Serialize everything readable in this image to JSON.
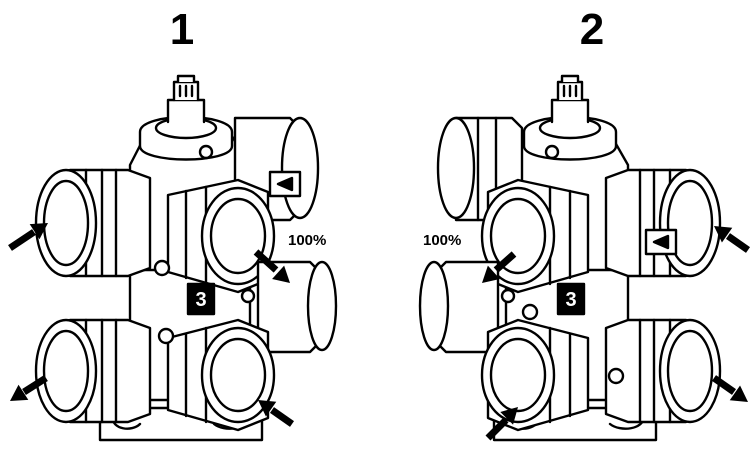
{
  "diagrams": [
    {
      "label": "1",
      "percent": "100%",
      "port_number": "3"
    },
    {
      "label": "2",
      "percent": "100%",
      "port_number": "3"
    }
  ],
  "colors": {
    "ink": "#000000",
    "paper": "#ffffff"
  }
}
